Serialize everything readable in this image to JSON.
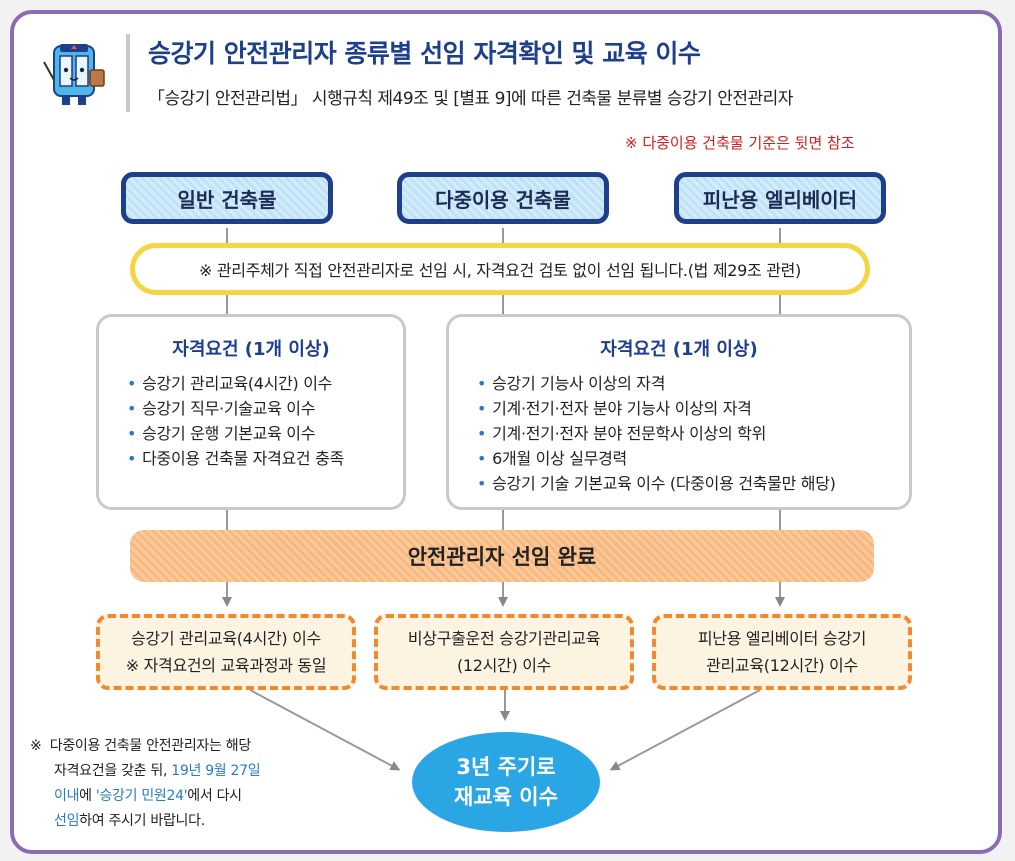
{
  "header": {
    "title": "승강기 안전관리자 종류별 선임 자격확인 및 교육 이수",
    "subtitle": "「승강기 안전관리법」 시행규칙 제49조 및 [별표 9]에 따른 건축물 분류별 승강기 안전관리자",
    "reference_note": "※ 다중이용 건축물 기준은 뒷면 참조"
  },
  "categories": [
    {
      "label": "일반 건축물"
    },
    {
      "label": "다중이용 건축물"
    },
    {
      "label": "피난용 엘리베이터"
    }
  ],
  "notice": "※ 관리주체가 직접 안전관리자로 선임 시, 자격요건 검토 없이 선임 됩니다.(법 제29조 관련)",
  "requirements": [
    {
      "title": "자격요건 (1개 이상)",
      "items": [
        "승강기 관리교육(4시간) 이수",
        "승강기 직무·기술교육 이수",
        "승강기 운행 기본교육 이수",
        "다중이용 건축물 자격요건 충족"
      ]
    },
    {
      "title": "자격요건 (1개 이상)",
      "items": [
        "승강기 기능사 이상의 자격",
        "기계·전기·전자 분야 기능사 이상의 자격",
        "기계·전기·전자 분야 전문학사 이상의 학위",
        "6개월 이상 실무경력",
        "승강기 기술 기본교육 이수 (다중이용 건축물만 해당)"
      ]
    }
  ],
  "completion": "안전관리자 선임 완료",
  "education": [
    {
      "line1": "승강기 관리교육(4시간) 이수",
      "line2": "※ 자격요건의 교육과정과 동일"
    },
    {
      "line1": "비상구출운전 승강기관리교육",
      "line2": "(12시간) 이수"
    },
    {
      "line1": "피난용 엘리베이터 승강기",
      "line2": "관리교육(12시간) 이수"
    }
  ],
  "cycle": {
    "line1": "3년 주기로",
    "line2": "재교육 이수"
  },
  "footnote": {
    "mark": "※",
    "line1": "다중이용 건축물 안전관리자는 해당",
    "line2a": "자격요건을 갖춘 뒤, ",
    "line2b": "19년 9월 27일",
    "line3a": "이내",
    "line3b": "에 ",
    "line3c": "'승강기 민원24'",
    "line3d": "에서 다시",
    "line4a": "선임",
    "line4b": "하여 주시기 바랍니다."
  },
  "colors": {
    "frame": "#8a6cb5",
    "title": "#1e3f8c",
    "accent_blue": "#2a7ac7",
    "cycle": "#29a6e3",
    "orange": "#f08a2c",
    "yellow": "#f5d542",
    "red_note": "#d02020"
  },
  "icons": {
    "mascot": "elevator-mascot-icon"
  }
}
